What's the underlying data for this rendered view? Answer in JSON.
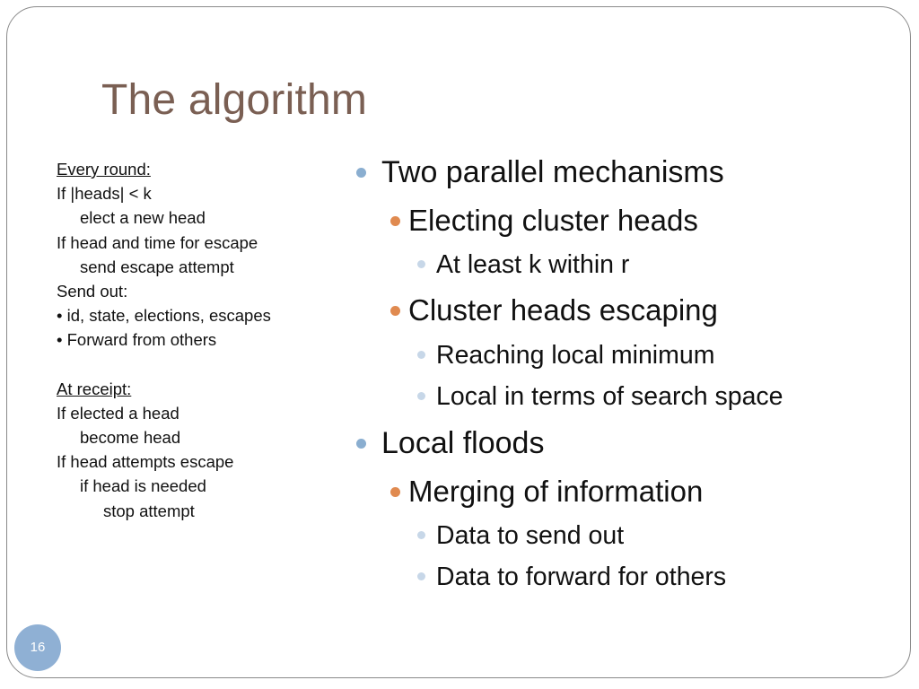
{
  "slide": {
    "title": "The algorithm",
    "left_column": [
      {
        "text": "Every round:",
        "indent": 0,
        "underline": true
      },
      {
        "text": "If |heads| < k",
        "indent": 0
      },
      {
        "text": "elect a new head",
        "indent": 1
      },
      {
        "text": "If head and time for escape",
        "indent": 0
      },
      {
        "text": "send escape attempt",
        "indent": 1
      },
      {
        "text": "Send out:",
        "indent": 0
      },
      {
        "text": "• id, state, elections, escapes",
        "indent": 0
      },
      {
        "text": "• Forward from others",
        "indent": 0
      },
      {
        "text": "",
        "indent": 0
      },
      {
        "text": "At receipt:",
        "indent": 0,
        "underline": true
      },
      {
        "text": "If elected a head",
        "indent": 0
      },
      {
        "text": "become head",
        "indent": 1
      },
      {
        "text": "If head attempts escape",
        "indent": 0
      },
      {
        "text": "if head is needed",
        "indent": 1
      },
      {
        "text": "stop attempt",
        "indent": 2
      }
    ],
    "bullets": [
      {
        "text": "Two parallel mechanisms",
        "level": 1
      },
      {
        "text": "Electing cluster heads",
        "level": 2
      },
      {
        "text": "At least k within r",
        "level": 3
      },
      {
        "text": "Cluster heads escaping",
        "level": 2
      },
      {
        "text": "Reaching local minimum",
        "level": 3
      },
      {
        "text": "Local in terms of search space",
        "level": 3
      },
      {
        "text": "Local floods",
        "level": 1
      },
      {
        "text": "Merging of information",
        "level": 2
      },
      {
        "text": "Data to send out",
        "level": 3
      },
      {
        "text": "Data to forward for others",
        "level": 3
      }
    ],
    "slide_number": "16"
  },
  "colors": {
    "title": "#7a5f53",
    "bullet_level1": "#8aaed0",
    "bullet_level2": "#e08a50",
    "bullet_level3": "#c7d7e8",
    "slide_number_bg": "#8fb0d4"
  }
}
